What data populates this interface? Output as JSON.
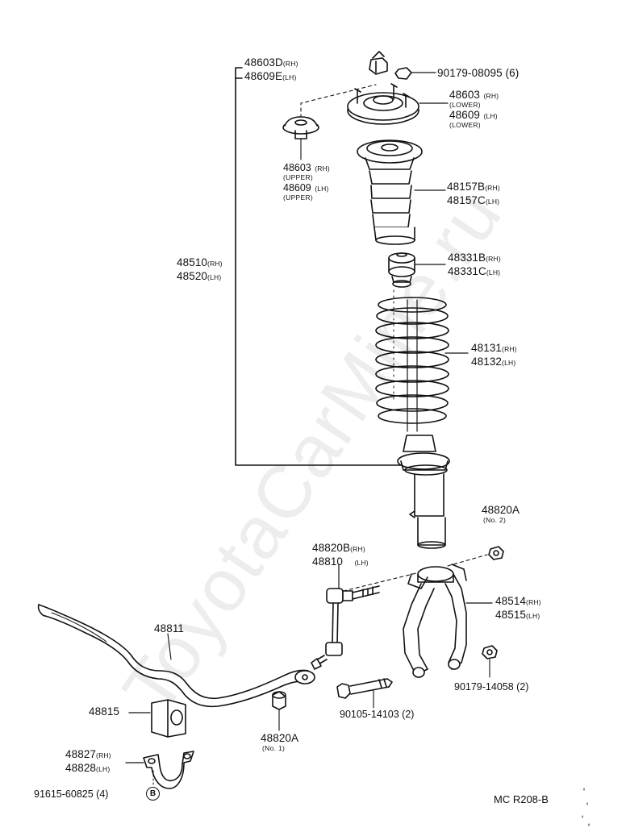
{
  "watermark": "ToyotaCarMine.ru",
  "diagram_id": "MC R208-B",
  "labels": {
    "mount_nut": {
      "line1": "48603D",
      "line1_sub": "(RH)",
      "line2": "48609E",
      "line2_sub": "(LH)"
    },
    "nut_90179_08095": {
      "text": "90179-08095 (6)"
    },
    "support_lower": {
      "line1": "48603",
      "line1_sub": "(RH)",
      "line2": "(LOWER)",
      "line3": "48609",
      "line3_sub": "(LH)",
      "line4": "(LOWER)"
    },
    "support_upper": {
      "line1": "48603",
      "line1_sub": "(RH)",
      "line2": "(UPPER)",
      "line3": "48609",
      "line3_sub": "(LH)",
      "line4": "(UPPER)"
    },
    "boot": {
      "line1": "48157B",
      "line1_sub": "(RH)",
      "line2": "48157C",
      "line2_sub": "(LH)"
    },
    "strut_assy": {
      "line1": "48510",
      "line1_sub": "(RH)",
      "line2": "48520",
      "line2_sub": "(LH)"
    },
    "bumper": {
      "line1": "48331B",
      "line1_sub": "(RH)",
      "line2": "48331C",
      "line2_sub": "(LH)"
    },
    "spring": {
      "line1": "48131",
      "line1_sub": "(RH)",
      "line2": "48132",
      "line2_sub": "(LH)"
    },
    "bushing_no2": {
      "line1": "48820A",
      "line2": "(No. 2)"
    },
    "link": {
      "line1": "48820B",
      "line1_sub": "(RH)",
      "line2": "48810",
      "line2_sub": "(LH)"
    },
    "fork": {
      "line1": "48514",
      "line1_sub": "(RH)",
      "line2": "48515",
      "line2_sub": "(LH)"
    },
    "stabilizer_bar": {
      "text": "48811"
    },
    "nut_90179_14058": {
      "text": "90179-14058 (2)"
    },
    "bolt_90105": {
      "text": "90105-14103 (2)"
    },
    "bushing_stab": {
      "text": "48815"
    },
    "bushing_no1": {
      "line1": "48820A",
      "line2": "(No. 1)"
    },
    "bracket": {
      "line1": "48827",
      "line1_sub": "(RH)",
      "line2": "48828",
      "line2_sub": "(LH)"
    },
    "bolt_91615": {
      "text": "91615-60825 (4)",
      "marker": "B"
    }
  }
}
